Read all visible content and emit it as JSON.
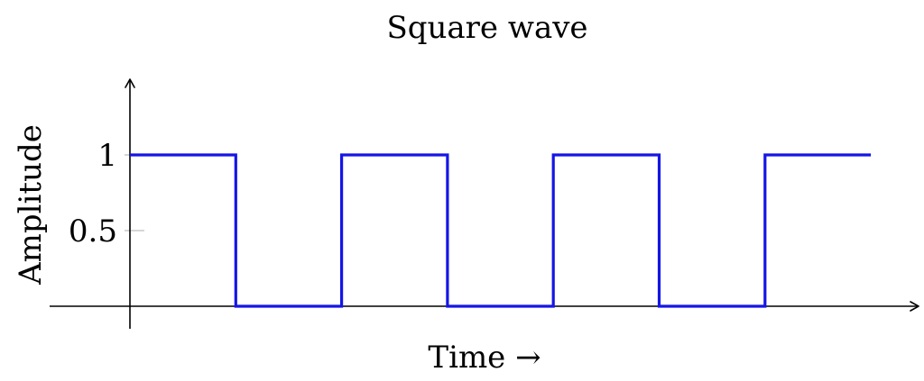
{
  "chart_data": {
    "type": "line",
    "title": "Square wave",
    "xlabel": "Time →",
    "ylabel": "Amplitude",
    "y_ticks": [
      {
        "value": 0.5,
        "label": "0.5"
      },
      {
        "value": 1,
        "label": "1"
      }
    ],
    "series": [
      {
        "step": "vertical-hv",
        "x": [
          0,
          1,
          1,
          2,
          2,
          3,
          3,
          4,
          4,
          5,
          5,
          6,
          6,
          7
        ],
        "y": [
          1,
          1,
          0,
          0,
          1,
          1,
          0,
          0,
          1,
          1,
          0,
          0,
          1,
          1
        ],
        "color": "#1515e6"
      }
    ],
    "xlim": [
      -0.75,
      7.5
    ],
    "ylim": [
      -0.15,
      1.5
    ],
    "grid": false,
    "legend": "none"
  }
}
